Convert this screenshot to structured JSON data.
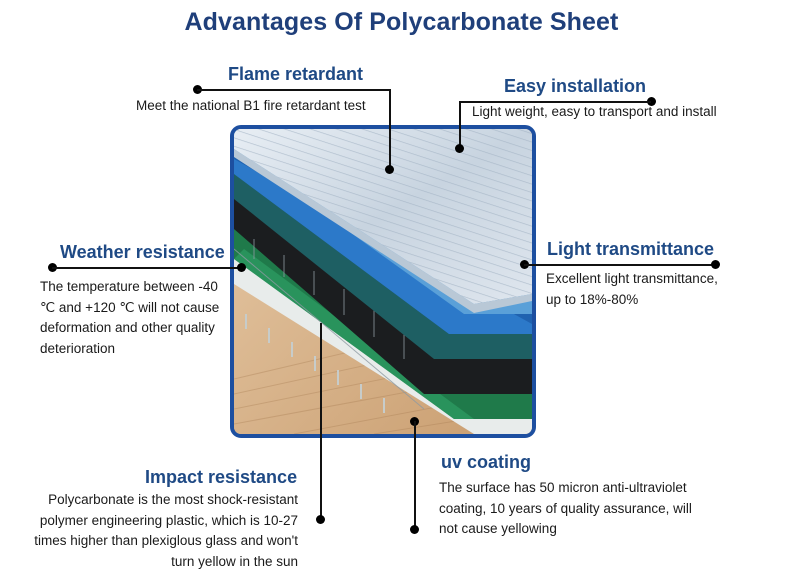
{
  "title": "Advantages Of Polycarbonate Sheet",
  "features": {
    "flame": {
      "heading": "Flame retardant",
      "description": "Meet the national B1 fire retardant test"
    },
    "easy": {
      "heading": "Easy installation",
      "description": "Light weight, easy to transport and install"
    },
    "weather": {
      "heading": "Weather resistance",
      "description_lines": [
        "The temperature between -40",
        "℃ and +120 ℃ will not cause",
        "deformation and other quality",
        "deterioration"
      ]
    },
    "light": {
      "heading": "Light transmittance",
      "description_lines": [
        "Excellent light transmittance,",
        "up to 18%-80%"
      ]
    },
    "impact": {
      "heading": "Impact resistance",
      "description_lines": [
        "Polycarbonate is the most shock-resistant",
        "polymer engineering plastic, which is 10-27",
        "times higher than plexiglous glass and won't",
        "turn yellow in the sun"
      ]
    },
    "uv": {
      "heading": "uv coating",
      "description_lines": [
        "The surface has 50 micron anti-ultraviolet",
        "coating, 10 years of quality assurance, will",
        "not cause yellowing"
      ]
    }
  },
  "image": {
    "alt": "stacked-polycarbonate-sheets-photo",
    "frame_color": "#1d4fa0"
  },
  "colors": {
    "heading": "#1f4a85",
    "title": "#1f3f7a",
    "connector": "#111111"
  }
}
